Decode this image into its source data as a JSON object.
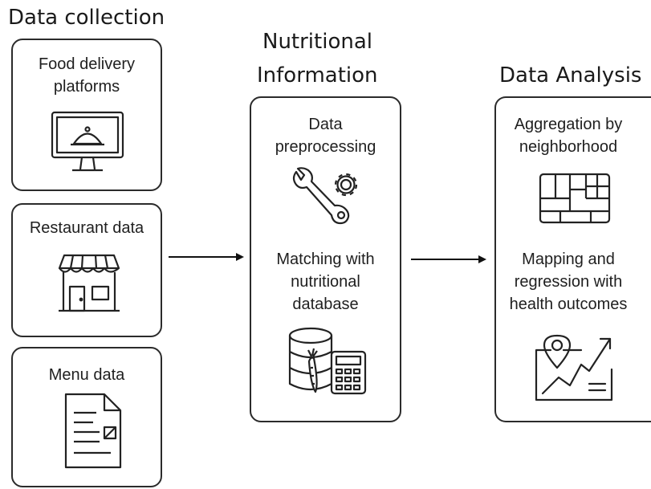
{
  "columns": {
    "collection": {
      "title": "Data collection",
      "items": [
        {
          "label_lines": [
            "Food delivery",
            "platforms"
          ],
          "icon": "monitor-cloche-icon"
        },
        {
          "label_lines": [
            "Restaurant data"
          ],
          "icon": "storefront-icon"
        },
        {
          "label_lines": [
            "Menu data"
          ],
          "icon": "menu-document-icon"
        }
      ]
    },
    "nutrition": {
      "title_lines": [
        "Nutritional",
        "Information"
      ],
      "steps": [
        {
          "label_lines": [
            "Data",
            "preprocessing"
          ],
          "icon": "wrench-gear-icon"
        },
        {
          "label_lines": [
            "Matching with",
            "nutritional",
            "database"
          ],
          "icon": "database-carrot-calculator-icon"
        }
      ]
    },
    "analysis": {
      "title": "Data Analysis",
      "steps": [
        {
          "label_lines": [
            "Aggregation by",
            "neighborhood"
          ],
          "icon": "neighborhood-grid-icon"
        },
        {
          "label_lines": [
            "Mapping and",
            "regression with",
            "health outcomes"
          ],
          "icon": "map-trend-icon"
        }
      ]
    }
  }
}
